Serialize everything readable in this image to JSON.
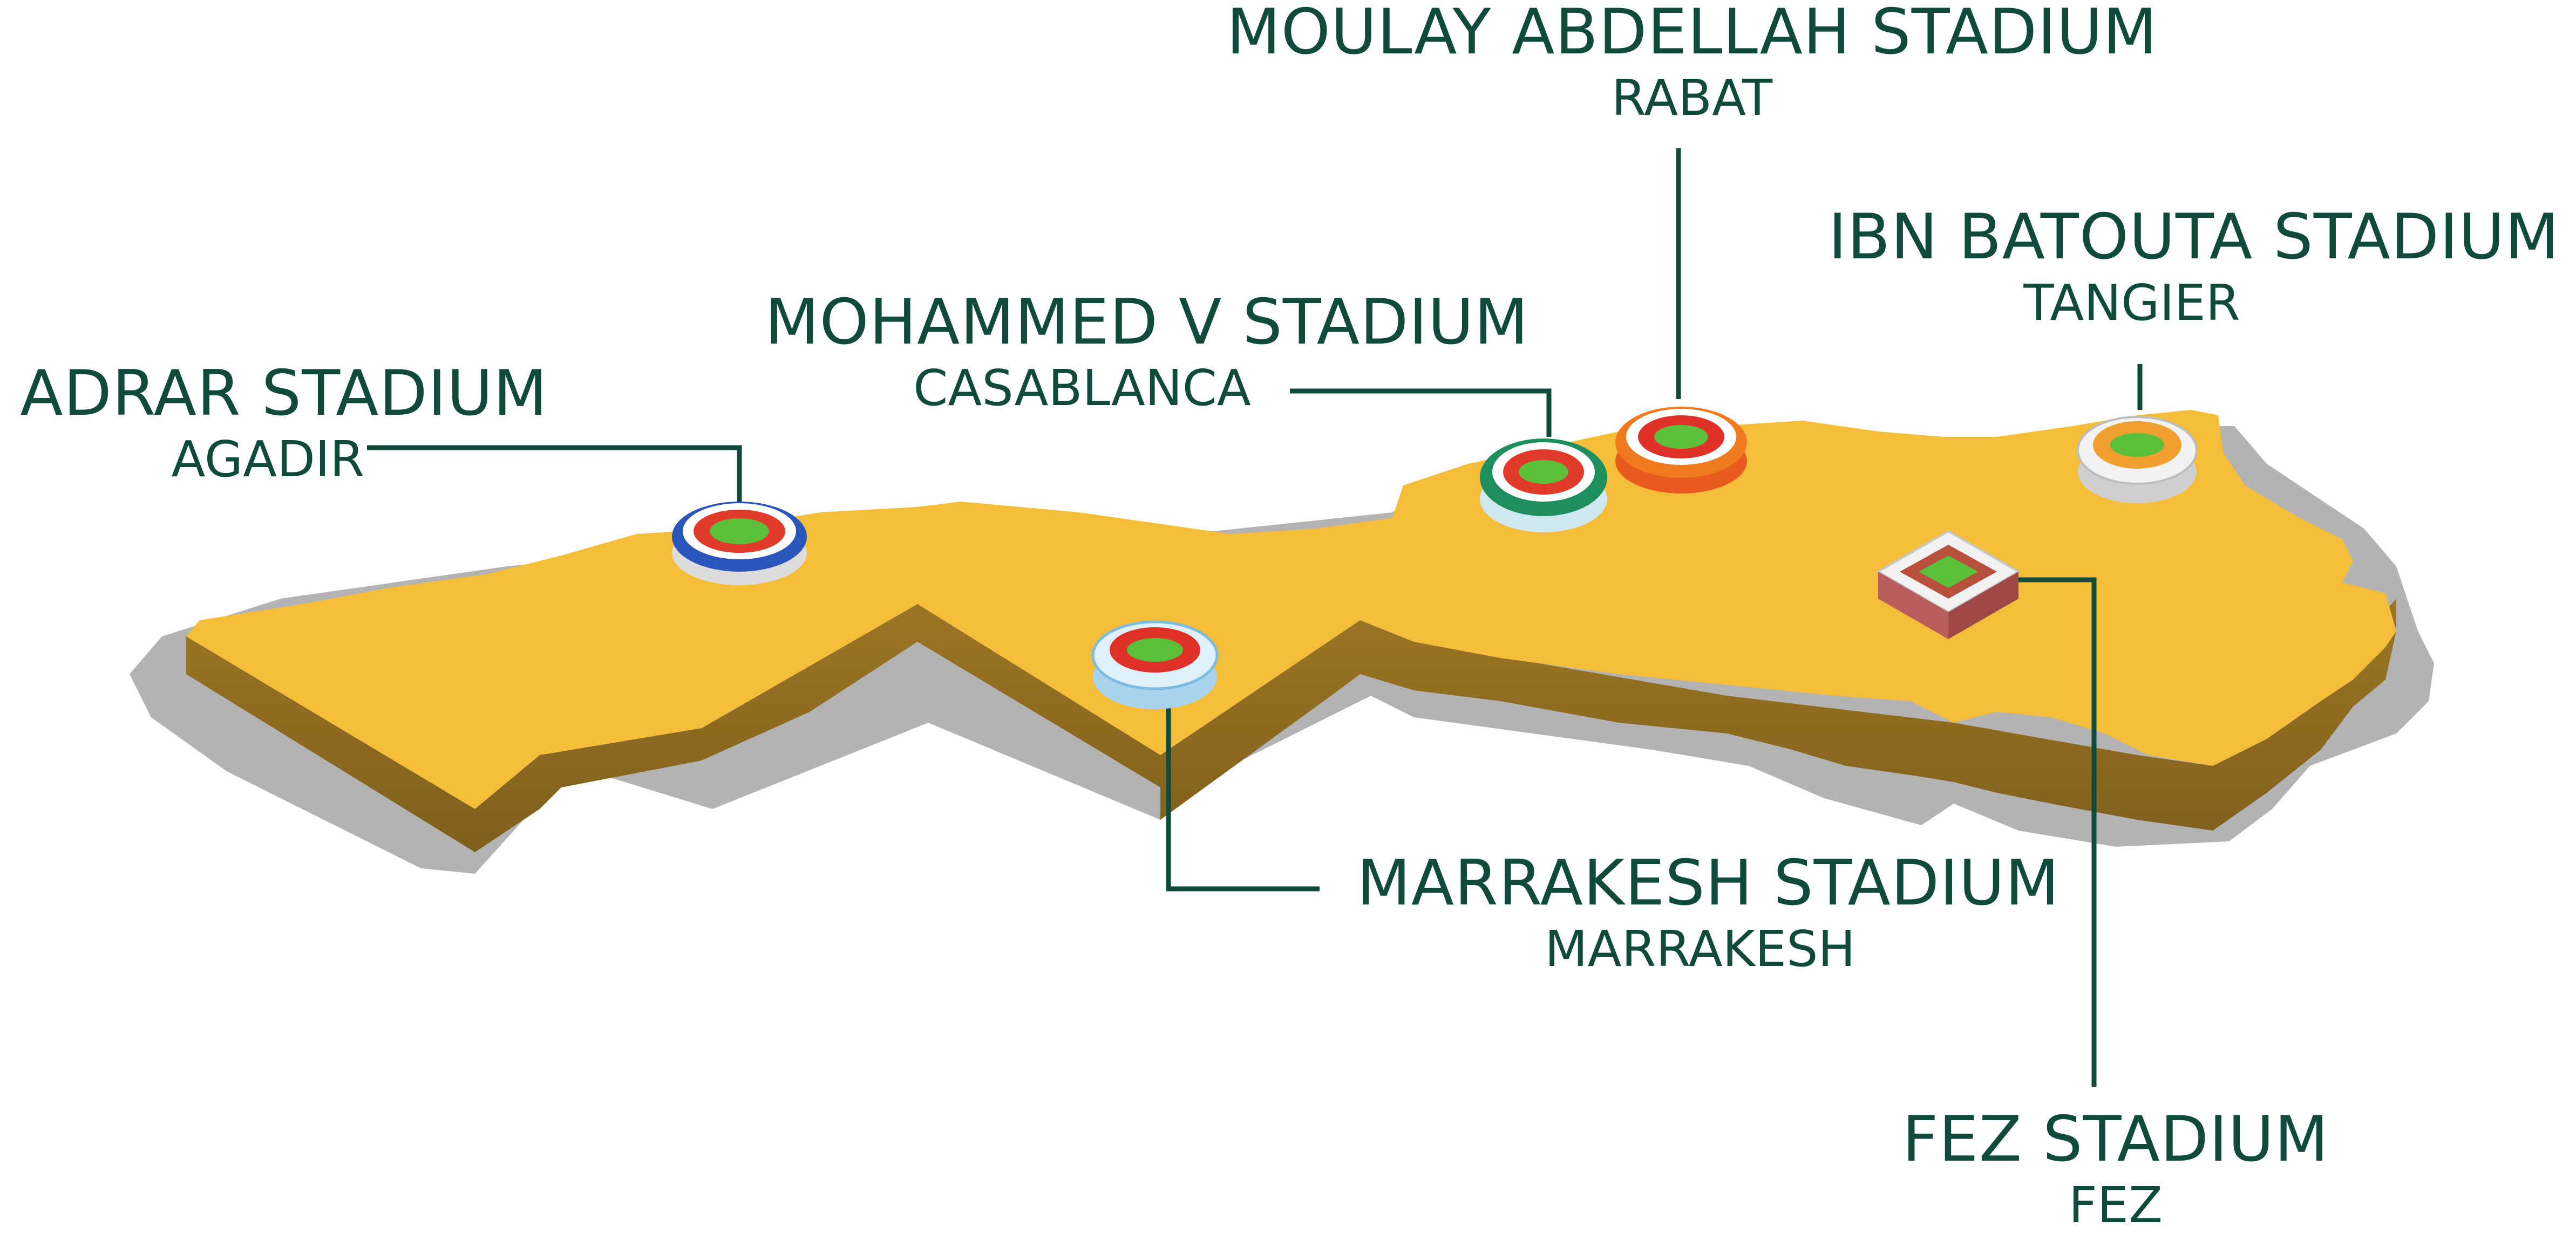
{
  "map": {
    "land_color": "#f5be3a",
    "side_color": "#a67d26",
    "shadow_color": "#b1b1b1",
    "leader_color": "#0f4a3a"
  },
  "stadiums": [
    {
      "id": "adrar",
      "name": "ADRAR STADIUM",
      "city": "AGADIR",
      "icon": "stadium-blue-red-icon"
    },
    {
      "id": "mohammed",
      "name": "MOHAMMED V STADIUM",
      "city": "CASABLANCA",
      "icon": "stadium-green-icon"
    },
    {
      "id": "moulay",
      "name": "MOULAY ABDELLAH STADIUM",
      "city": "RABAT",
      "icon": "stadium-orange-icon"
    },
    {
      "id": "ibn",
      "name": "IBN BATOUTA STADIUM",
      "city": "TANGIER",
      "icon": "stadium-white-icon"
    },
    {
      "id": "marrakesh",
      "name": "MARRAKESH STADIUM",
      "city": "MARRAKESH",
      "icon": "stadium-lightblue-icon"
    },
    {
      "id": "fez",
      "name": "FEZ STADIUM",
      "city": "FEZ",
      "icon": "stadium-brick-icon"
    }
  ]
}
